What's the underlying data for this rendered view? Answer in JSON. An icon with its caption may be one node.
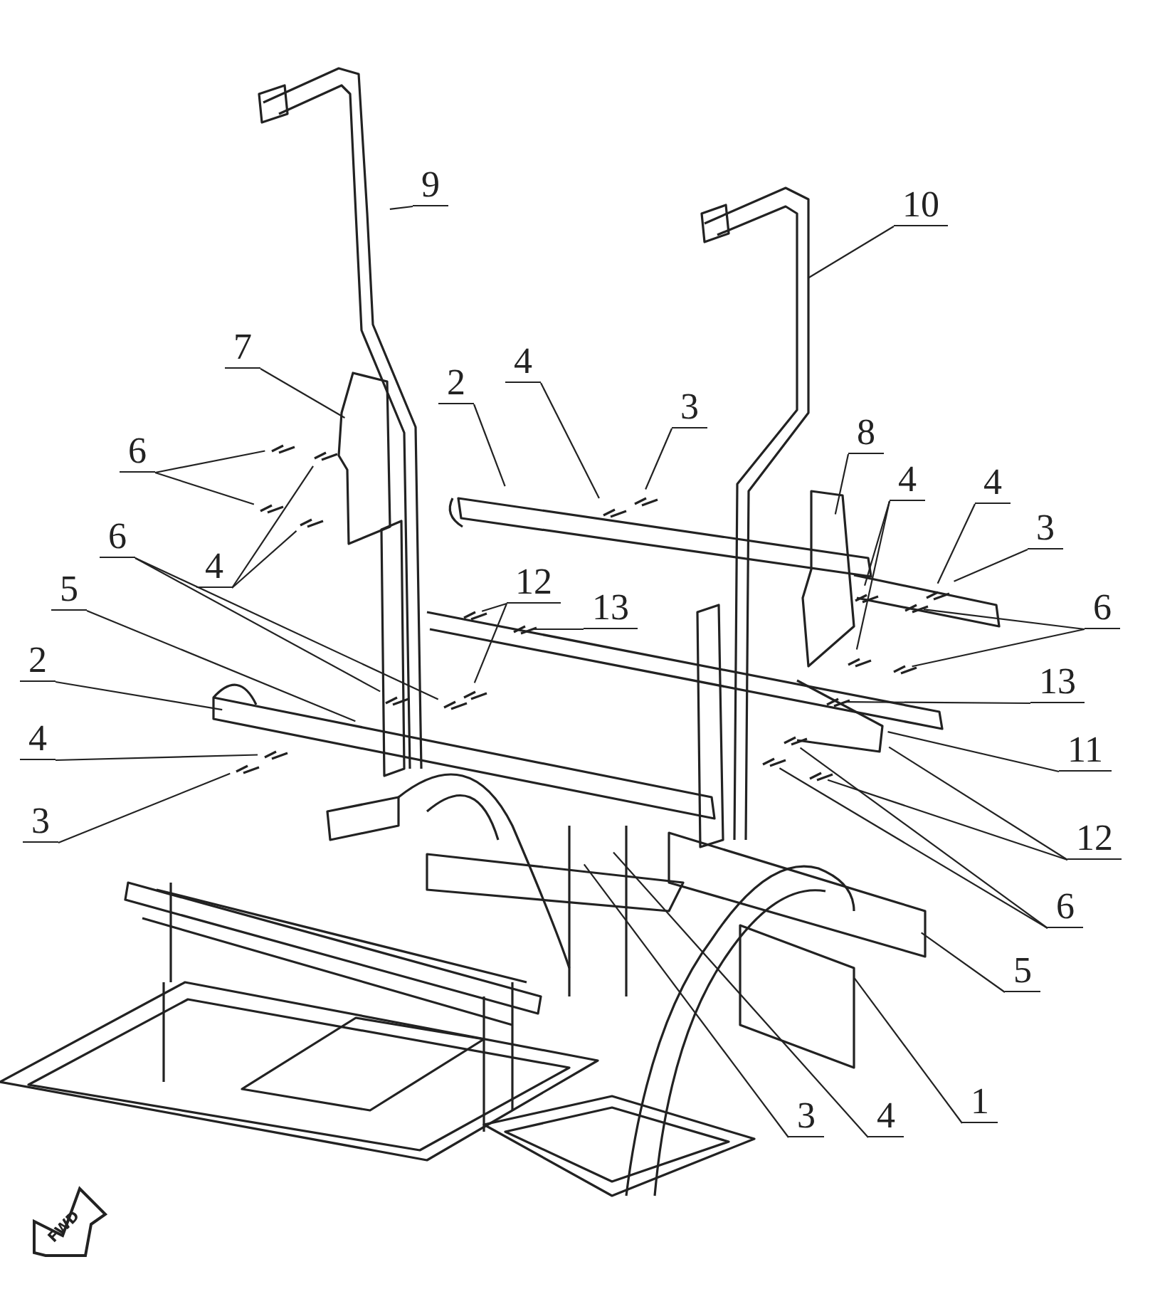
{
  "diagram": {
    "nodes": [
      {
        "text": [
          "9"
        ]
      },
      {
        "text": [
          "10"
        ]
      },
      {
        "text": [
          "7"
        ]
      },
      {
        "text": [
          "2"
        ]
      },
      {
        "text": [
          "4"
        ]
      },
      {
        "text": [
          "3"
        ]
      },
      {
        "text": [
          "8"
        ]
      },
      {
        "text": [
          "4"
        ]
      },
      {
        "text": [
          "4"
        ]
      },
      {
        "text": [
          "3"
        ]
      },
      {
        "text": [
          "6"
        ]
      },
      {
        "text": [
          "4"
        ]
      },
      {
        "text": [
          "6"
        ]
      },
      {
        "text": [
          "12"
        ]
      },
      {
        "text": [
          "13"
        ]
      },
      {
        "text": [
          "6"
        ]
      },
      {
        "text": [
          "5"
        ]
      },
      {
        "text": [
          "2"
        ]
      },
      {
        "text": [
          "13"
        ]
      },
      {
        "text": [
          "11"
        ]
      },
      {
        "text": [
          "4"
        ]
      },
      {
        "text": [
          "3"
        ]
      },
      {
        "text": [
          "12"
        ]
      },
      {
        "text": [
          "6"
        ]
      },
      {
        "text": [
          "5"
        ]
      },
      {
        "text": [
          "1"
        ]
      },
      {
        "text": [
          "4"
        ]
      },
      {
        "text": [
          "3"
        ]
      }
    ],
    "edges": [
      {
        "from": 0,
        "to": null,
        "arrow": "none"
      },
      {
        "from": 1,
        "to": null,
        "arrow": "none"
      },
      {
        "from": 2,
        "to": null,
        "arrow": "none"
      },
      {
        "from": 3,
        "to": null,
        "arrow": "none"
      },
      {
        "from": 4,
        "to": null,
        "arrow": "none"
      },
      {
        "from": 5,
        "to": null,
        "arrow": "none"
      },
      {
        "from": 6,
        "to": null,
        "arrow": "none"
      },
      {
        "from": 7,
        "to": null,
        "arrow": "none"
      },
      {
        "from": 7,
        "to": null,
        "arrow": "none"
      },
      {
        "from": 8,
        "to": null,
        "arrow": "none"
      },
      {
        "from": 9,
        "to": null,
        "arrow": "none"
      },
      {
        "from": 10,
        "to": null,
        "arrow": "none"
      },
      {
        "from": 10,
        "to": null,
        "arrow": "none"
      },
      {
        "from": 11,
        "to": null,
        "arrow": "none"
      },
      {
        "from": 11,
        "to": null,
        "arrow": "none"
      },
      {
        "from": 12,
        "to": null,
        "arrow": "none"
      },
      {
        "from": 12,
        "to": null,
        "arrow": "none"
      },
      {
        "from": 13,
        "to": null,
        "arrow": "none"
      },
      {
        "from": 13,
        "to": null,
        "arrow": "none"
      },
      {
        "from": 14,
        "to": null,
        "arrow": "none"
      },
      {
        "from": 15,
        "to": null,
        "arrow": "none"
      },
      {
        "from": 15,
        "to": null,
        "arrow": "none"
      },
      {
        "from": 16,
        "to": null,
        "arrow": "none"
      },
      {
        "from": 17,
        "to": null,
        "arrow": "none"
      },
      {
        "from": 18,
        "to": null,
        "arrow": "none"
      },
      {
        "from": 19,
        "to": null,
        "arrow": "none"
      },
      {
        "from": 20,
        "to": null,
        "arrow": "none"
      },
      {
        "from": 21,
        "to": null,
        "arrow": "none"
      },
      {
        "from": 22,
        "to": null,
        "arrow": "none"
      },
      {
        "from": 22,
        "to": null,
        "arrow": "none"
      },
      {
        "from": 23,
        "to": null,
        "arrow": "none"
      },
      {
        "from": 23,
        "to": null,
        "arrow": "none"
      },
      {
        "from": 24,
        "to": null,
        "arrow": "none"
      },
      {
        "from": 25,
        "to": null,
        "arrow": "none"
      },
      {
        "from": 26,
        "to": null,
        "arrow": "none"
      },
      {
        "from": 27,
        "to": null,
        "arrow": "none"
      }
    ],
    "labels": [
      "FWD"
    ]
  }
}
